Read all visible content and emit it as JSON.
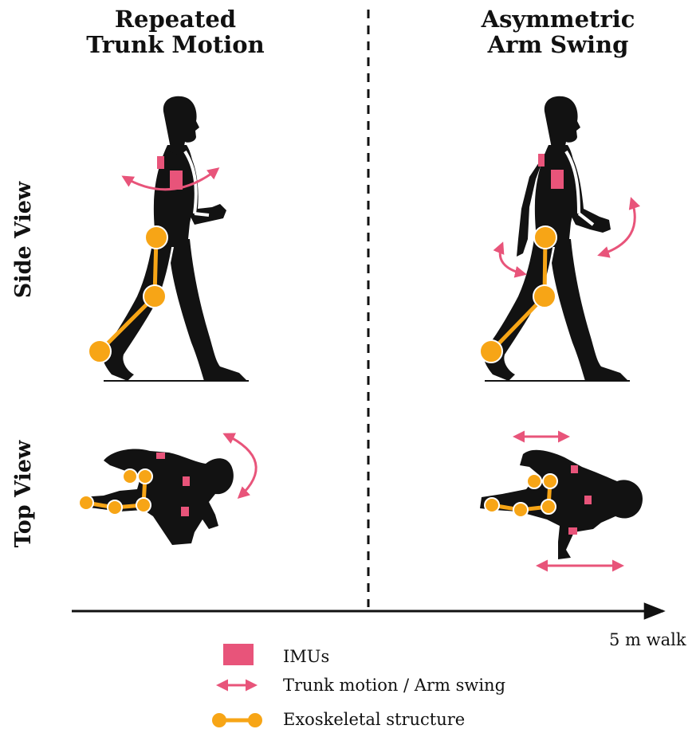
{
  "columns": [
    {
      "title_line1": "Repeated",
      "title_line2": "Trunk Motion"
    },
    {
      "title_line1": "Asymmetric",
      "title_line2": "Arm Swing"
    }
  ],
  "rows": {
    "side": "Side View",
    "top": "Top View"
  },
  "axis_label": "5 m walk",
  "legend": {
    "imu": "IMUs",
    "motion": "Trunk motion / Arm swing",
    "exo": "Exoskeletal structure"
  },
  "colors": {
    "imu": "#e8547a",
    "exo": "#f7a516",
    "body": "#121212",
    "arrow": "#e8547a"
  }
}
